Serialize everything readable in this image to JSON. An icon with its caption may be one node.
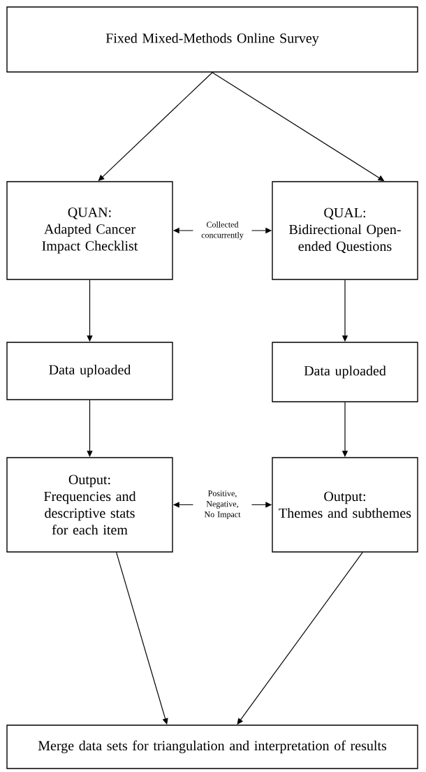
{
  "diagram": {
    "nodes": [
      {
        "text": [
          "Fixed Mixed-Methods Online Survey"
        ]
      },
      {
        "text": [
          "QUAN:",
          "Adapted Cancer Impact Checklist"
        ]
      },
      {
        "text": [
          "QUAL:",
          "Bidirectional Open-ended Questions"
        ]
      },
      {
        "text": [
          "Data uploaded"
        ]
      },
      {
        "text": [
          "Data uploaded"
        ]
      },
      {
        "text": [
          "Output:",
          "Frequencies and descriptive stats for each item"
        ]
      },
      {
        "text": [
          "Output:",
          "Themes and subthemes"
        ]
      },
      {
        "text": [
          "Merge data sets for triangulation and interpretation of results"
        ]
      }
    ],
    "edges": [
      {
        "from": 0,
        "to": 1,
        "arrow": "to"
      },
      {
        "from": 0,
        "to": 2,
        "arrow": "to"
      },
      {
        "from": 1,
        "to": 2,
        "arrow": "both",
        "label": "Collected concurrently"
      },
      {
        "from": 1,
        "to": 3,
        "arrow": "to"
      },
      {
        "from": 2,
        "to": 4,
        "arrow": "to"
      },
      {
        "from": 3,
        "to": 5,
        "arrow": "to"
      },
      {
        "from": 4,
        "to": 6,
        "arrow": "to"
      },
      {
        "from": 5,
        "to": 6,
        "arrow": "both",
        "label": "Positive, Negative, No Impact"
      },
      {
        "from": 5,
        "to": 7,
        "arrow": "to"
      },
      {
        "from": 6,
        "to": 7,
        "arrow": "to"
      }
    ]
  }
}
